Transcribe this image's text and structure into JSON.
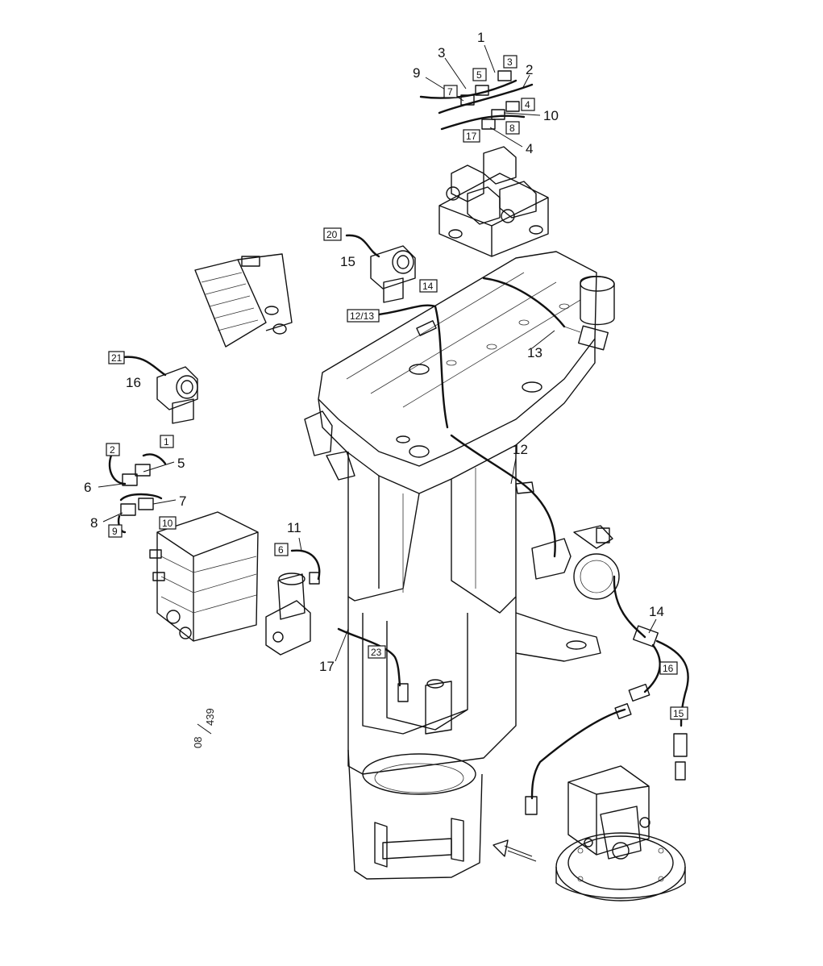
{
  "callouts": [
    {
      "id": "c1",
      "text": "1"
    },
    {
      "id": "c2",
      "text": "2"
    },
    {
      "id": "c3",
      "text": "3"
    },
    {
      "id": "c4",
      "text": "4"
    },
    {
      "id": "c9",
      "text": "9"
    },
    {
      "id": "c10",
      "text": "10"
    },
    {
      "id": "c15",
      "text": "15"
    },
    {
      "id": "c13",
      "text": "13"
    },
    {
      "id": "c16",
      "text": "16"
    },
    {
      "id": "c5",
      "text": "5"
    },
    {
      "id": "c6",
      "text": "6"
    },
    {
      "id": "c7",
      "text": "7"
    },
    {
      "id": "c8",
      "text": "8"
    },
    {
      "id": "c11",
      "text": "11"
    },
    {
      "id": "c12",
      "text": "12"
    },
    {
      "id": "c14",
      "text": "14"
    },
    {
      "id": "c17",
      "text": "17"
    }
  ],
  "tags": [
    {
      "id": "t3",
      "text": "3"
    },
    {
      "id": "t5",
      "text": "5"
    },
    {
      "id": "t7",
      "text": "7"
    },
    {
      "id": "t4",
      "text": "4"
    },
    {
      "id": "t8",
      "text": "8"
    },
    {
      "id": "t17",
      "text": "17"
    },
    {
      "id": "t20",
      "text": "20"
    },
    {
      "id": "t14",
      "text": "14"
    },
    {
      "id": "t1213",
      "text": "12/13"
    },
    {
      "id": "t21",
      "text": "21"
    },
    {
      "id": "t2",
      "text": "2"
    },
    {
      "id": "t1",
      "text": "1"
    },
    {
      "id": "t10",
      "text": "10"
    },
    {
      "id": "t9",
      "text": "9"
    },
    {
      "id": "t6",
      "text": "6"
    },
    {
      "id": "t23",
      "text": "23"
    },
    {
      "id": "t16",
      "text": "16"
    },
    {
      "id": "t15",
      "text": "15"
    }
  ],
  "reference": {
    "top": "08",
    "bottom": "439"
  }
}
